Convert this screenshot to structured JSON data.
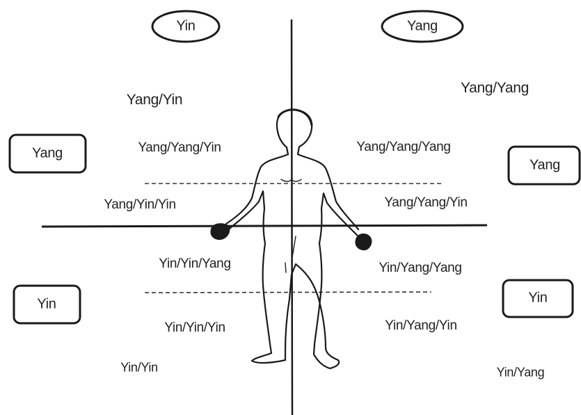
{
  "colors": {
    "ink": "#1a1a1a",
    "text": "#222222",
    "background": "#ffffff"
  },
  "top": {
    "left_oval": "Yin",
    "right_oval": "Yang"
  },
  "side_boxes": {
    "upper_left": "Yang",
    "upper_right": "Yang",
    "lower_left": "Yin",
    "lower_right": "Yin"
  },
  "labels": {
    "upper_left_outer": "Yang/Yin",
    "upper_right_outer": "Yang/Yang",
    "upper_left_1": "Yang/Yang/Yin",
    "upper_right_1": "Yang/Yang/Yang",
    "upper_left_2": "Yang/Yin/Yin",
    "upper_right_2": "Yang/Yang/Yin",
    "lower_left_1": "Yin/Yin/Yang",
    "lower_right_1": "Yin/Yang/Yang",
    "lower_left_2": "Yin/Yin/Yin",
    "lower_right_2": "Yin/Yang/Yin",
    "lower_left_outer": "Yin/Yin",
    "lower_right_outer": "Yin/Yang"
  }
}
